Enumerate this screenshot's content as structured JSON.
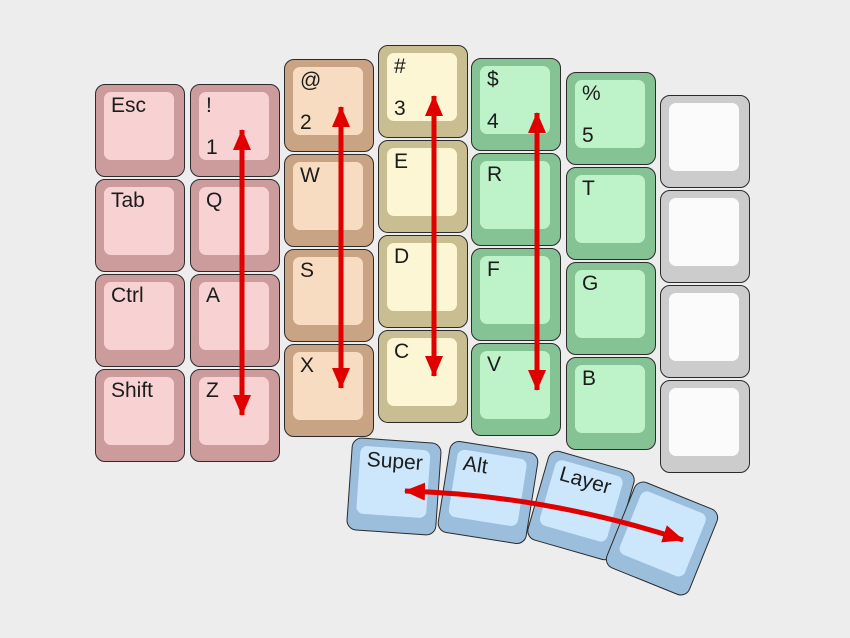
{
  "keyboard": {
    "description": "Columnar keyboard layout diagram with color-coded finger columns and red motion arrows",
    "columns": [
      {
        "id": "left-modifiers",
        "color": "pink",
        "keys": [
          {
            "label": "Esc"
          },
          {
            "label": "Tab"
          },
          {
            "label": "Ctrl"
          },
          {
            "label": "Shift"
          }
        ]
      },
      {
        "id": "pinky-column",
        "color": "pink",
        "has_arrow": true,
        "keys": [
          {
            "label": "!",
            "sub": "1"
          },
          {
            "label": "Q"
          },
          {
            "label": "A"
          },
          {
            "label": "Z"
          }
        ]
      },
      {
        "id": "ring-column",
        "color": "peach",
        "has_arrow": true,
        "keys": [
          {
            "label": "@",
            "sub": "2"
          },
          {
            "label": "W"
          },
          {
            "label": "S"
          },
          {
            "label": "X"
          }
        ]
      },
      {
        "id": "middle-column",
        "color": "cream",
        "has_arrow": true,
        "keys": [
          {
            "label": "#",
            "sub": "3"
          },
          {
            "label": "E"
          },
          {
            "label": "D"
          },
          {
            "label": "C"
          }
        ]
      },
      {
        "id": "index-column",
        "color": "green",
        "has_arrow": true,
        "keys": [
          {
            "label": "$",
            "sub": "4"
          },
          {
            "label": "R"
          },
          {
            "label": "F"
          },
          {
            "label": "V"
          }
        ]
      },
      {
        "id": "index-stretch-column",
        "color": "green",
        "has_arrow": false,
        "keys": [
          {
            "label": "%",
            "sub": "5"
          },
          {
            "label": "T"
          },
          {
            "label": "G"
          },
          {
            "label": "B"
          }
        ]
      },
      {
        "id": "blank-column",
        "color": "gray",
        "has_arrow": false,
        "keys": [
          {
            "label": ""
          },
          {
            "label": ""
          },
          {
            "label": ""
          },
          {
            "label": ""
          }
        ]
      }
    ],
    "thumb_keys": [
      {
        "label": "Super"
      },
      {
        "label": "Alt"
      },
      {
        "label": "Layer"
      },
      {
        "label": ""
      }
    ]
  },
  "palette": {
    "pink": {
      "base": "#cc9c9c",
      "cap": "#f8d2d2"
    },
    "peach": {
      "base": "#c8a484",
      "cap": "#f8dcc2"
    },
    "cream": {
      "base": "#c9be91",
      "cap": "#fcf6d4"
    },
    "green": {
      "base": "#85c394",
      "cap": "#bef2c9"
    },
    "gray": {
      "base": "#cccccc",
      "cap": "#fbfbfb"
    },
    "blue": {
      "base": "#9abedb",
      "cap": "#cce7fb"
    }
  },
  "arrows": {
    "color": "#e00000",
    "style": "double-headed",
    "vertical_arrow_columns": [
      "pinky-column",
      "ring-column",
      "middle-column",
      "index-column"
    ],
    "thumb_arc": true
  }
}
